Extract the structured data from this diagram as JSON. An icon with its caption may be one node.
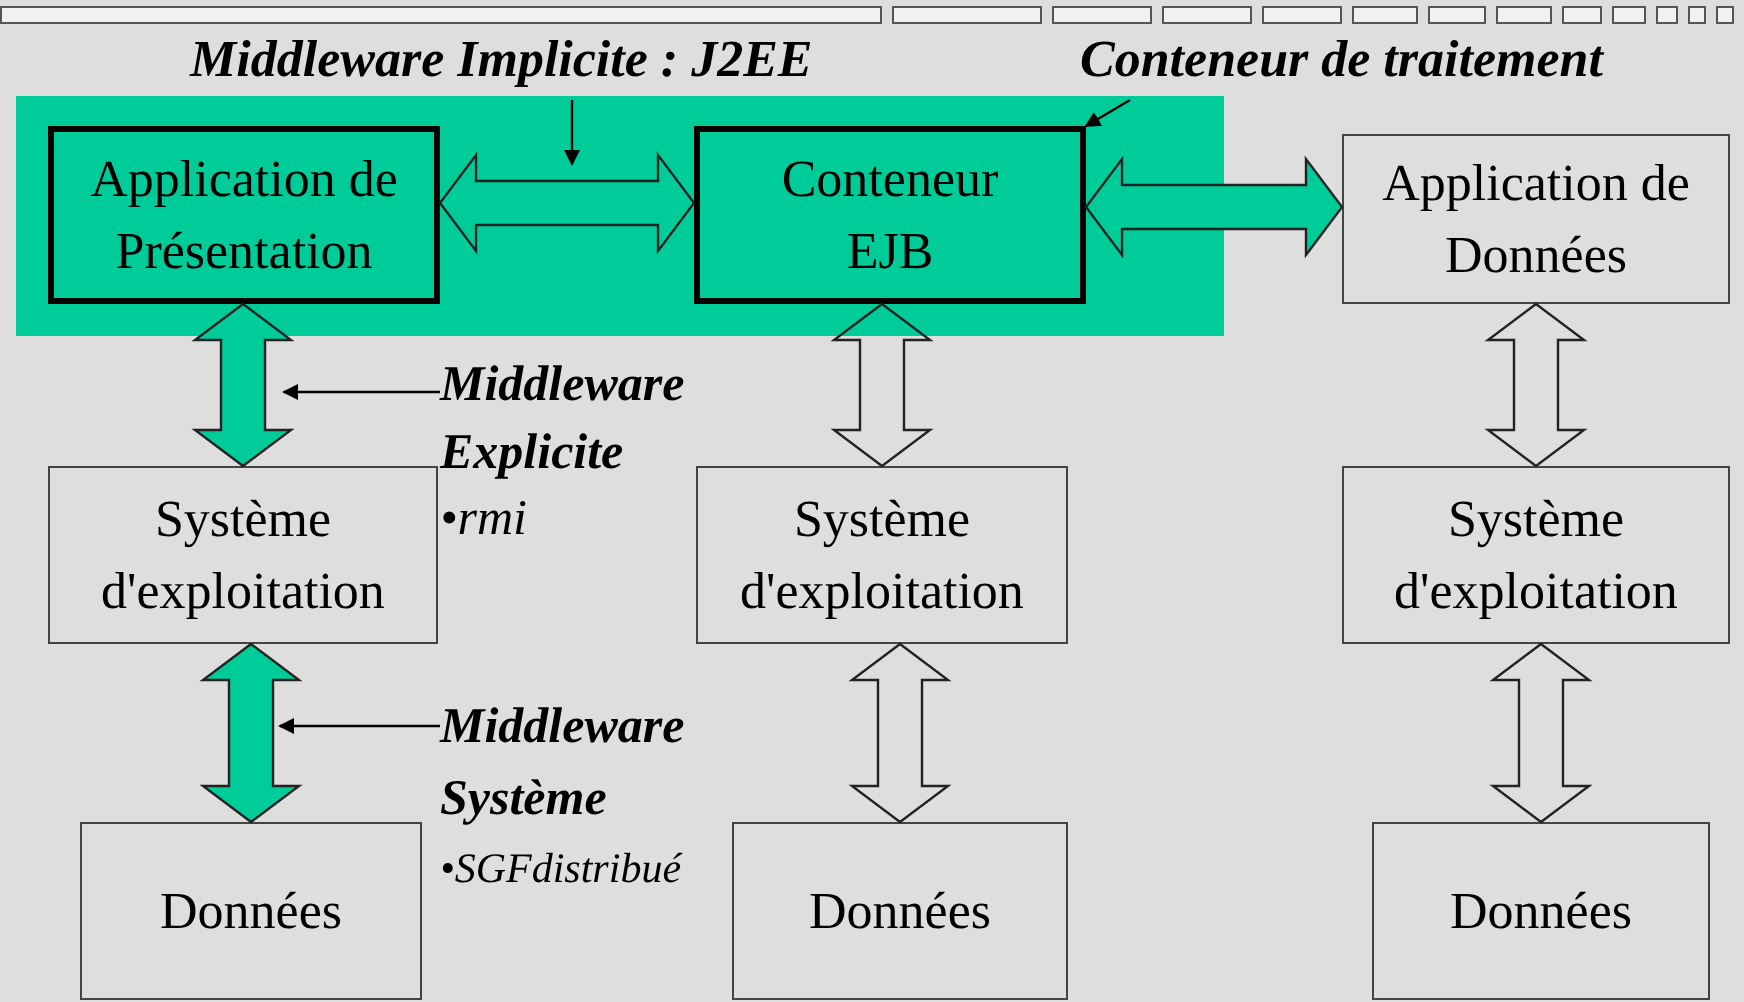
{
  "diagram": {
    "nodes": [
      {
        "text": [],
        "shape": "box"
      },
      {
        "text": [
          "Application de Présentation"
        ],
        "in": 0
      },
      {
        "text": [
          "Conteneur EJB"
        ],
        "in": 0
      },
      {
        "text": [
          "Application de Données"
        ]
      },
      {
        "text": [
          "Système d'exploitation"
        ]
      },
      {
        "text": [
          "Système d'exploitation"
        ]
      },
      {
        "text": [
          "Système d'exploitation"
        ]
      },
      {
        "text": [
          "Données"
        ]
      },
      {
        "text": [
          "Données"
        ]
      },
      {
        "text": [
          "Données"
        ]
      },
      {
        "text": [
          "Middleware Implicite : J2EE"
        ]
      },
      {
        "text": [
          "Conteneur de traitement"
        ]
      },
      {
        "text": [
          "Middleware Explicite",
          "•rmi"
        ]
      },
      {
        "text": [
          "Middleware Système",
          "•SGFdistribué"
        ]
      }
    ],
    "edges": [
      {
        "from": 1,
        "to": 2,
        "arrow": "both",
        "style": "thick",
        "color": "#00cc99"
      },
      {
        "from": 2,
        "to": 3,
        "arrow": "both",
        "style": "thick",
        "color": "#00cc99"
      },
      {
        "from": 1,
        "to": 4,
        "arrow": "both",
        "style": "thick",
        "color": "#00cc99"
      },
      {
        "from": 4,
        "to": 7,
        "arrow": "both",
        "style": "thick",
        "color": "#00cc99"
      },
      {
        "from": 2,
        "to": 5,
        "arrow": "both",
        "style": "thick"
      },
      {
        "from": 5,
        "to": 8,
        "arrow": "both",
        "style": "thick"
      },
      {
        "from": 3,
        "to": 6,
        "arrow": "both",
        "style": "thick"
      },
      {
        "from": 6,
        "to": 9,
        "arrow": "both",
        "style": "thick"
      },
      {
        "from": 10,
        "to": null,
        "arrow": "to"
      },
      {
        "from": 11,
        "to": 2,
        "arrow": "to"
      },
      {
        "from": 12,
        "to": null,
        "arrow": "to"
      },
      {
        "from": 13,
        "to": null,
        "arrow": "to"
      }
    ]
  }
}
